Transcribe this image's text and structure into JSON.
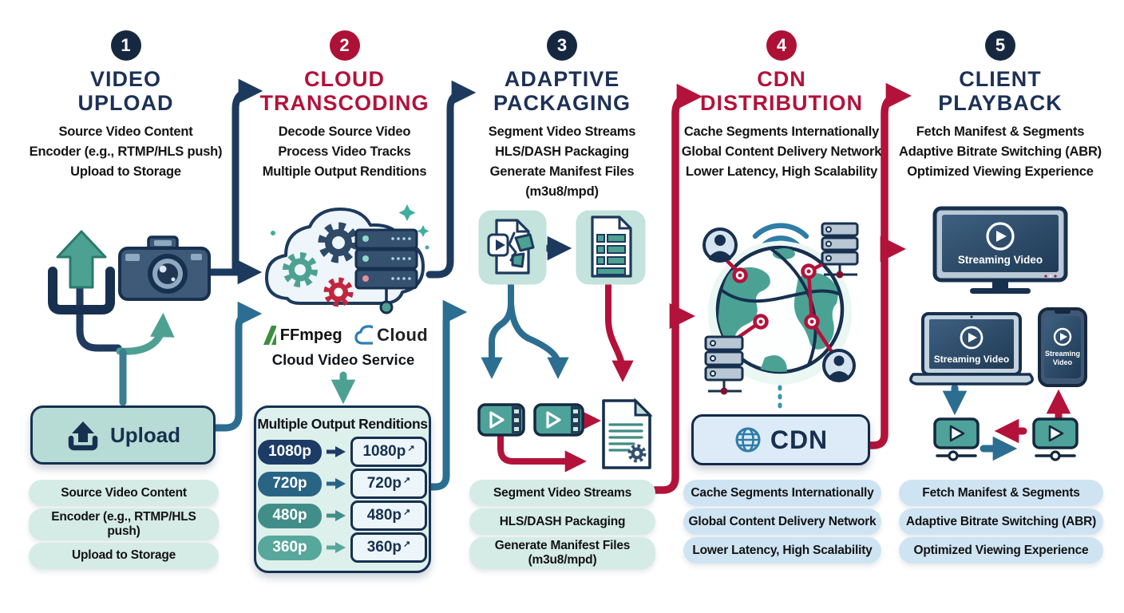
{
  "colors": {
    "navy": "#1d3156",
    "crimson": "#b3123a",
    "teal": "#4da193",
    "steel": "#2c6e91",
    "mint_pill": "#d5ebe6",
    "blue_pill": "#cfe4f3"
  },
  "icons": {
    "external_arrow": "↗"
  },
  "stages": [
    {
      "number": "1",
      "title1": "VIDEO",
      "title2": "UPLOAD",
      "accent": "#1d3156",
      "desc": [
        "Source Video Content",
        "Encoder (e.g., RTMP/HLS push)",
        "Upload to Storage"
      ],
      "upload_button": "Upload",
      "labels": [
        "Source Video Content",
        "Encoder (e.g., RTMP/HLS push)",
        "Upload to Storage"
      ]
    },
    {
      "number": "2",
      "title1": "CLOUD",
      "title2": "TRANSCODING",
      "accent": "#b3123a",
      "desc": [
        "Decode Source Video",
        "Process Video Tracks",
        "Multiple Output Renditions"
      ],
      "ffmpeg_label": "FFmpeg",
      "cloud_label": "Cloud",
      "service_label": "Cloud Video Service",
      "renditions": {
        "title": "Multiple Output Renditions",
        "rows": [
          {
            "source": "1080p",
            "output": "1080p"
          },
          {
            "source": "720p",
            "output": "720p"
          },
          {
            "source": "480p",
            "output": "480p"
          },
          {
            "source": "360p",
            "output": "360p"
          }
        ]
      }
    },
    {
      "number": "3",
      "title1": "ADAPTIVE",
      "title2": "PACKAGING",
      "accent": "#1d3156",
      "desc": [
        "Segment Video Streams",
        "HLS/DASH Packaging",
        "Generate Manifest Files (m3u8/mpd)"
      ],
      "labels": [
        "Segment Video Streams",
        "HLS/DASH Packaging",
        "Generate Manifest Files (m3u8/mpd)"
      ]
    },
    {
      "number": "4",
      "title1": "CDN",
      "title2": "DISTRIBUTION",
      "accent": "#b3123a",
      "desc": [
        "Cache Segments Internationally",
        "Global Content Delivery Network",
        "Lower Latency, High Scalability"
      ],
      "cdn_label": "CDN",
      "labels": [
        "Cache Segments Internationally",
        "Global Content Delivery Network",
        "Lower Latency, High Scalability"
      ]
    },
    {
      "number": "5",
      "title1": "CLIENT",
      "title2": "PLAYBACK",
      "accent": "#1d3156",
      "desc": [
        "Fetch Manifest & Segments",
        "Adaptive Bitrate Switching (ABR)",
        "Optimized Viewing Experience"
      ],
      "screens": {
        "tv": "Streaming Video",
        "laptop": "Streaming Video",
        "phone_line1": "Streaming",
        "phone_line2": "Video"
      },
      "labels": [
        "Fetch Manifest & Segments",
        "Adaptive Bitrate Switching (ABR)",
        "Optimized Viewing Experience"
      ]
    }
  ]
}
